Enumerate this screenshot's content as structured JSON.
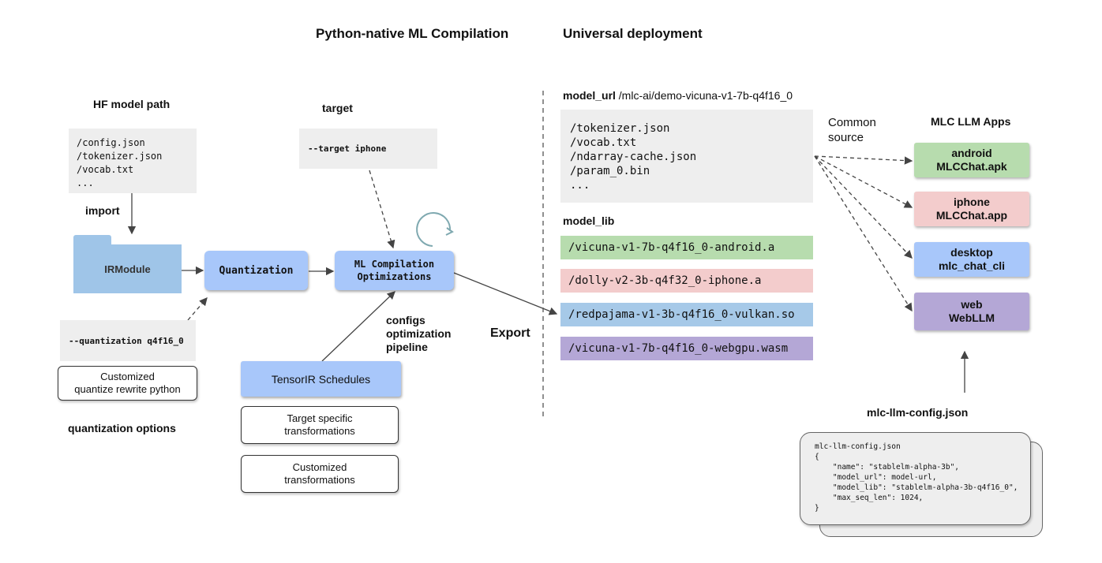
{
  "titles": {
    "left": "Python-native ML Compilation",
    "right": "Universal deployment"
  },
  "hf": {
    "label": "HF model path",
    "files": "/config.json\n/tokenizer.json\n/vocab.txt\n...",
    "import_label": "import"
  },
  "target": {
    "label": "target",
    "value": "--target iphone"
  },
  "nodes": {
    "irmodule": "IRModule",
    "quantization": "Quantization",
    "mlcomp": "ML Compilation\nOptimizations",
    "tensorir": "TensorIR Schedules"
  },
  "quant": {
    "value": "--quantization q4f16_0",
    "custom": "Customized\nquantize rewrite python",
    "options_label": "quantization options"
  },
  "configs_label": "configs\noptimization\npipeline",
  "transforms": {
    "target_specific": "Target specific\ntransformations",
    "customized": "Customized\ntransformations"
  },
  "export_label": "Export",
  "model_url": {
    "key": "model_url",
    "value": "/mlc-ai/demo-vicuna-v1-7b-q4f16_0",
    "files": "/tokenizer.json\n/vocab.txt\n/ndarray-cache.json\n/param_0.bin\n..."
  },
  "common_source": "Common\nsource",
  "model_lib": {
    "label": "model_lib",
    "items": [
      {
        "text": "/vicuna-v1-7b-q4f16_0-android.a",
        "color": "#b7dcae"
      },
      {
        "text": "/dolly-v2-3b-q4f32_0-iphone.a",
        "color": "#f3cccc"
      },
      {
        "text": "/redpajama-v1-3b-q4f16_0-vulkan.so",
        "color": "#a6c9e8"
      },
      {
        "text": "/vicuna-v1-7b-q4f16_0-webgpu.wasm",
        "color": "#b4a7d6"
      }
    ]
  },
  "apps": {
    "label": "MLC LLM Apps",
    "items": [
      {
        "text": "android\nMLCChat.apk",
        "color": "#b7dcae"
      },
      {
        "text": "iphone\nMLCChat.app",
        "color": "#f3cccc"
      },
      {
        "text": "desktop\nmlc_chat_cli",
        "color": "#a8c7fa"
      },
      {
        "text": "web\nWebLLM",
        "color": "#b4a7d6"
      }
    ]
  },
  "config": {
    "label": "mlc-llm-config.json",
    "content": "mlc-llm-config.json\n{\n    \"name\": \"stablelm-alpha-3b\",\n    \"model_url\": model-url,\n    \"model_lib\": \"stablelm-alpha-3b-q4f16_0\",\n    \"max_seq_len\": 1024,\n}"
  }
}
